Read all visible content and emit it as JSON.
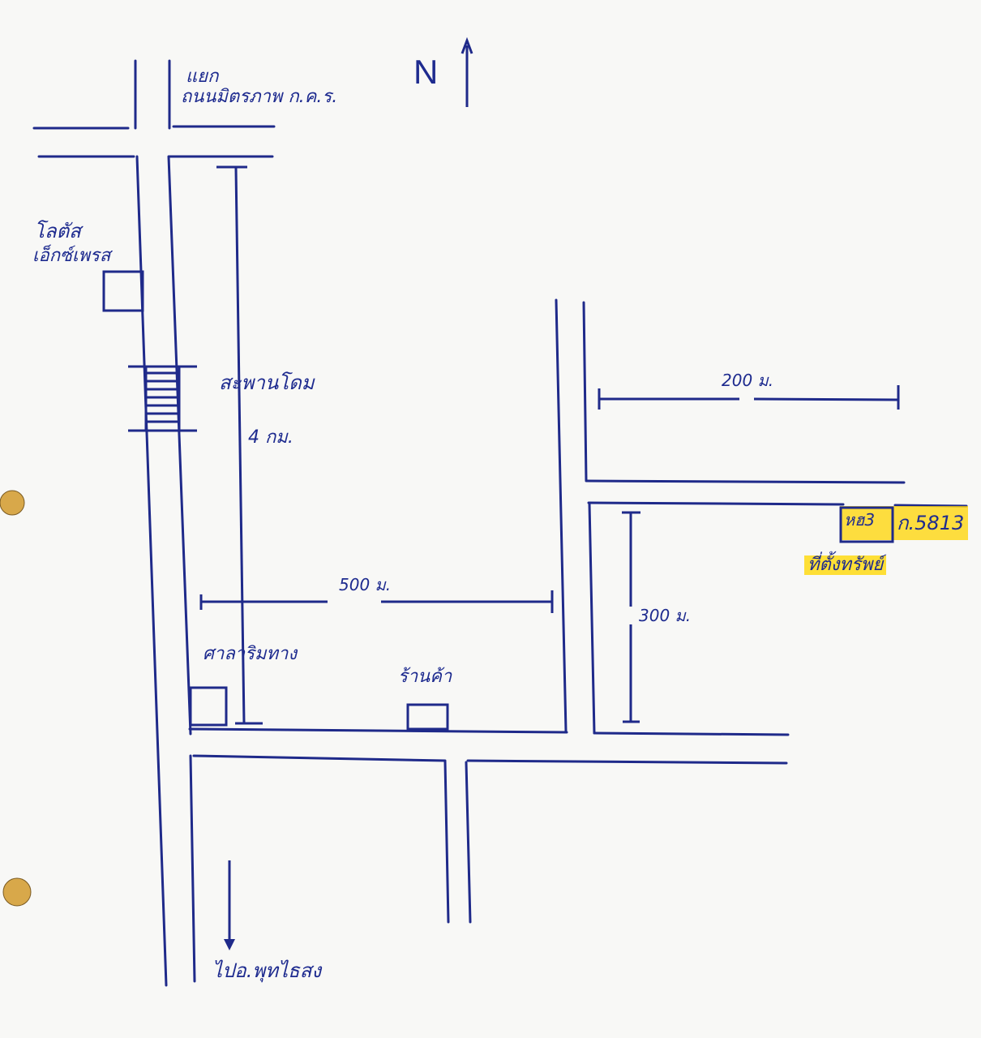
{
  "map": {
    "north": "N",
    "junction_top": {
      "line1": "แยก",
      "line2": "ถนนมิตรภาพ ก.ค.ร."
    },
    "lotus": {
      "line1": "โลตัส",
      "line2": "เอ็กซ์เพรส"
    },
    "overpass": "สะพานโดม",
    "dist_4km": "4 กม.",
    "dist_200m": "200 ม.",
    "dist_500m": "500 ม.",
    "dist_300m": "300 ม.",
    "shrine": "ศาลาริมทาง",
    "shop": "ร้านค้า",
    "plate_left": "หฮ3",
    "plate_right": "ก.5813",
    "asset_location": "ที่ตั้งทรัพย์",
    "to_district": "ไปอ.พุทไธสง",
    "colors": {
      "ink": "#1f2a8a",
      "highlight": "#ffd400",
      "paper": "#f8f8f6"
    }
  }
}
